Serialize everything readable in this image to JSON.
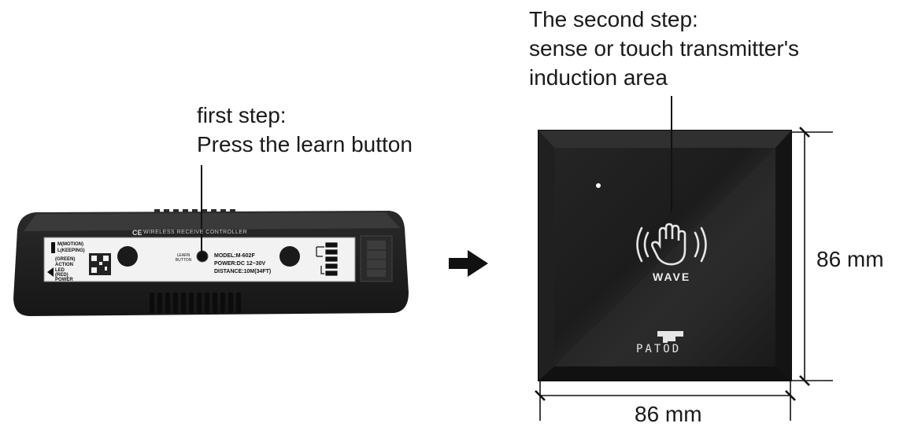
{
  "step1": {
    "line1": "first step:",
    "line2": "Press the learn button"
  },
  "step2": {
    "line1": "The second step:",
    "line2": "sense or touch transmitter's",
    "line3": "induction area"
  },
  "controller": {
    "header": "WIRELESS RECEIVE CONTROLLER",
    "ce_mark": "CE",
    "mode_m": "M(MOTION)",
    "mode_l": "L(KEEPING)",
    "led_green": "(GREEN)",
    "led_action": "ACTION",
    "led_label": "LED",
    "led_red": "(RED)",
    "led_power": "POWER",
    "learn_button": "LEARN BUTTON",
    "model": "MODEL:M-602F",
    "power": "POWER:DC 12~30V",
    "distance": "DISTANCE:10M(34FT)"
  },
  "transmitter": {
    "wave_label": "WAVE",
    "brand": "PATOD"
  },
  "dimensions": {
    "height": "86 mm",
    "width": "86 mm"
  }
}
